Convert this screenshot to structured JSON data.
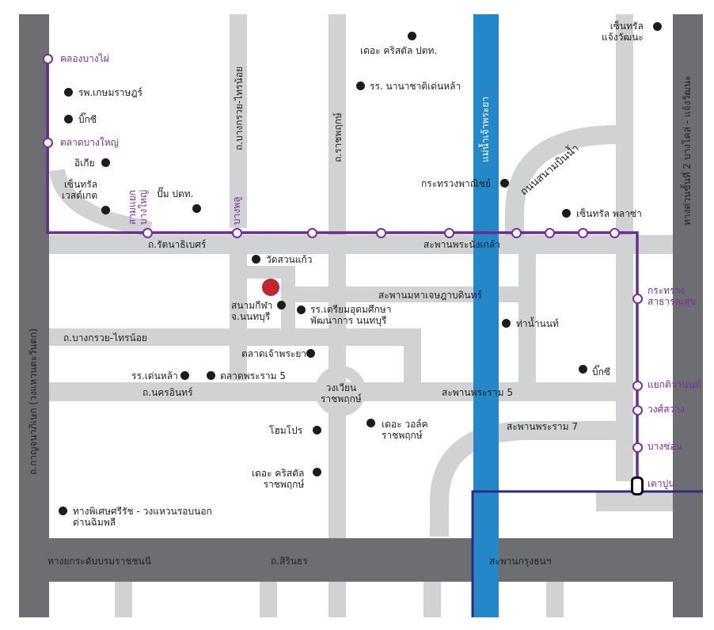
{
  "roads": {
    "ratanathibet": "ถ.รัตนาธิเบศร์",
    "phra_nang_klao_bridge": "สะพานพระนั่งเกล้า",
    "maha_chesada_bridge": "สะพานมหาเจษฎาบดินทร์",
    "bang_kruai_sai_noi_h": "ถ.บางกรวย-ไทรน้อย",
    "nakhon_in": "ถ.นครอินทร์",
    "rama5_bridge": "สะพานพระราม 5",
    "rama7_bridge": "สะพานพระราม 7",
    "elevated_road": "ทางยกระดับบรมราชชนนี",
    "sirinthorn": "ถ.สิรินธร",
    "krung_thon_bridge": "สะพานกรุงธนฯ",
    "kanchanaphisek": "ถ.กาญจนาภิเษก (วงแหวนตะวันตก)",
    "expressway_2": "ทางด่วนขั้นที่ 2 บางโคล่ - แจ้งวัฒนะ",
    "bang_kruai_sai_noi_v": "ถ.บางกรวย-ไทรน้อย",
    "ratchaphruek": "ถ.ราชพฤกษ์",
    "sanambinnam": "ถนนสนามบินน้ำ",
    "chao_phraya_river": "แม่น้ำเจ้าพระยา",
    "wongwian": "วงเวียน\nราชพฤกษ์"
  },
  "stations": {
    "khlong_bang_phai": "คลองบางไผ่",
    "talad_bang_yai": "ตลาดบางใหญ่",
    "sam_yaek_bang_yai": "สามแยก\nบางใหญ่",
    "bang_phlu": "บางพลู",
    "ministry_public_health": "กระทรวง\nสาธารณสุข",
    "yaek_tiwanon": "แยกติวานนท์",
    "wong_sawang": "วงศ์สว่าง",
    "bang_son": "บางซ่อน",
    "tao_poon": "เตาปูน"
  },
  "places": {
    "central_chaengwattana": "เซ็นทรัล\nแจ้งวัฒนะ",
    "crystal_ptt": "เดอะ คริสตัล ปตท.",
    "nanachat_school": "รร. นานาชาติเด่นหล้า",
    "kasemrad": "รพ.เกษมราษฎร์",
    "bigc_1": "บิ๊กซี",
    "ikea": "อิเกีย",
    "central_westgate": "เซ็นทรัล\nเวสต์เกต",
    "ptt_station": "ปั๊ม ปตท.",
    "ministry_commerce": "กระทรวงพาณิชย์",
    "central_plaza": "เซ็นทรัล พลาซ่า",
    "wat_suan_kaew": "วัดสวนแก้ว",
    "stadium": "สนามกีฬา\nจ.นนทบุรี",
    "triam_udom": "รร.เตรียมอุดมศึกษา\nพัฒนาการ นนทบุรี",
    "tha_nam_non": "ท่าน้ำนนท์",
    "talad_chao_phraya": "ตลาดเจ้าพระยา",
    "denla_school": "รร.เด่นหล้า",
    "talad_rama5": "ตลาดพระราม 5",
    "bigc_2": "บิ๊กซี",
    "homepro": "โฮมโปร",
    "the_walk": "เดอะ วอล์ค\nราชพฤกษ์",
    "crystal_ratchaphruek": "เดอะ คริสตัล\nราชพฤกษ์",
    "special_road": "ทางพิเศษศรีรัช - วงแหวนรอบนอก\nด่านฉิมพลี"
  },
  "colors": {
    "major_road": "#6d6e71",
    "minor_road": "#d1d2d3",
    "river": "#2488c8",
    "purple_line": "#6a2c91",
    "blue_line": "#2e2a80",
    "poi": "#1c1c1c",
    "venue": "#c0272d"
  }
}
